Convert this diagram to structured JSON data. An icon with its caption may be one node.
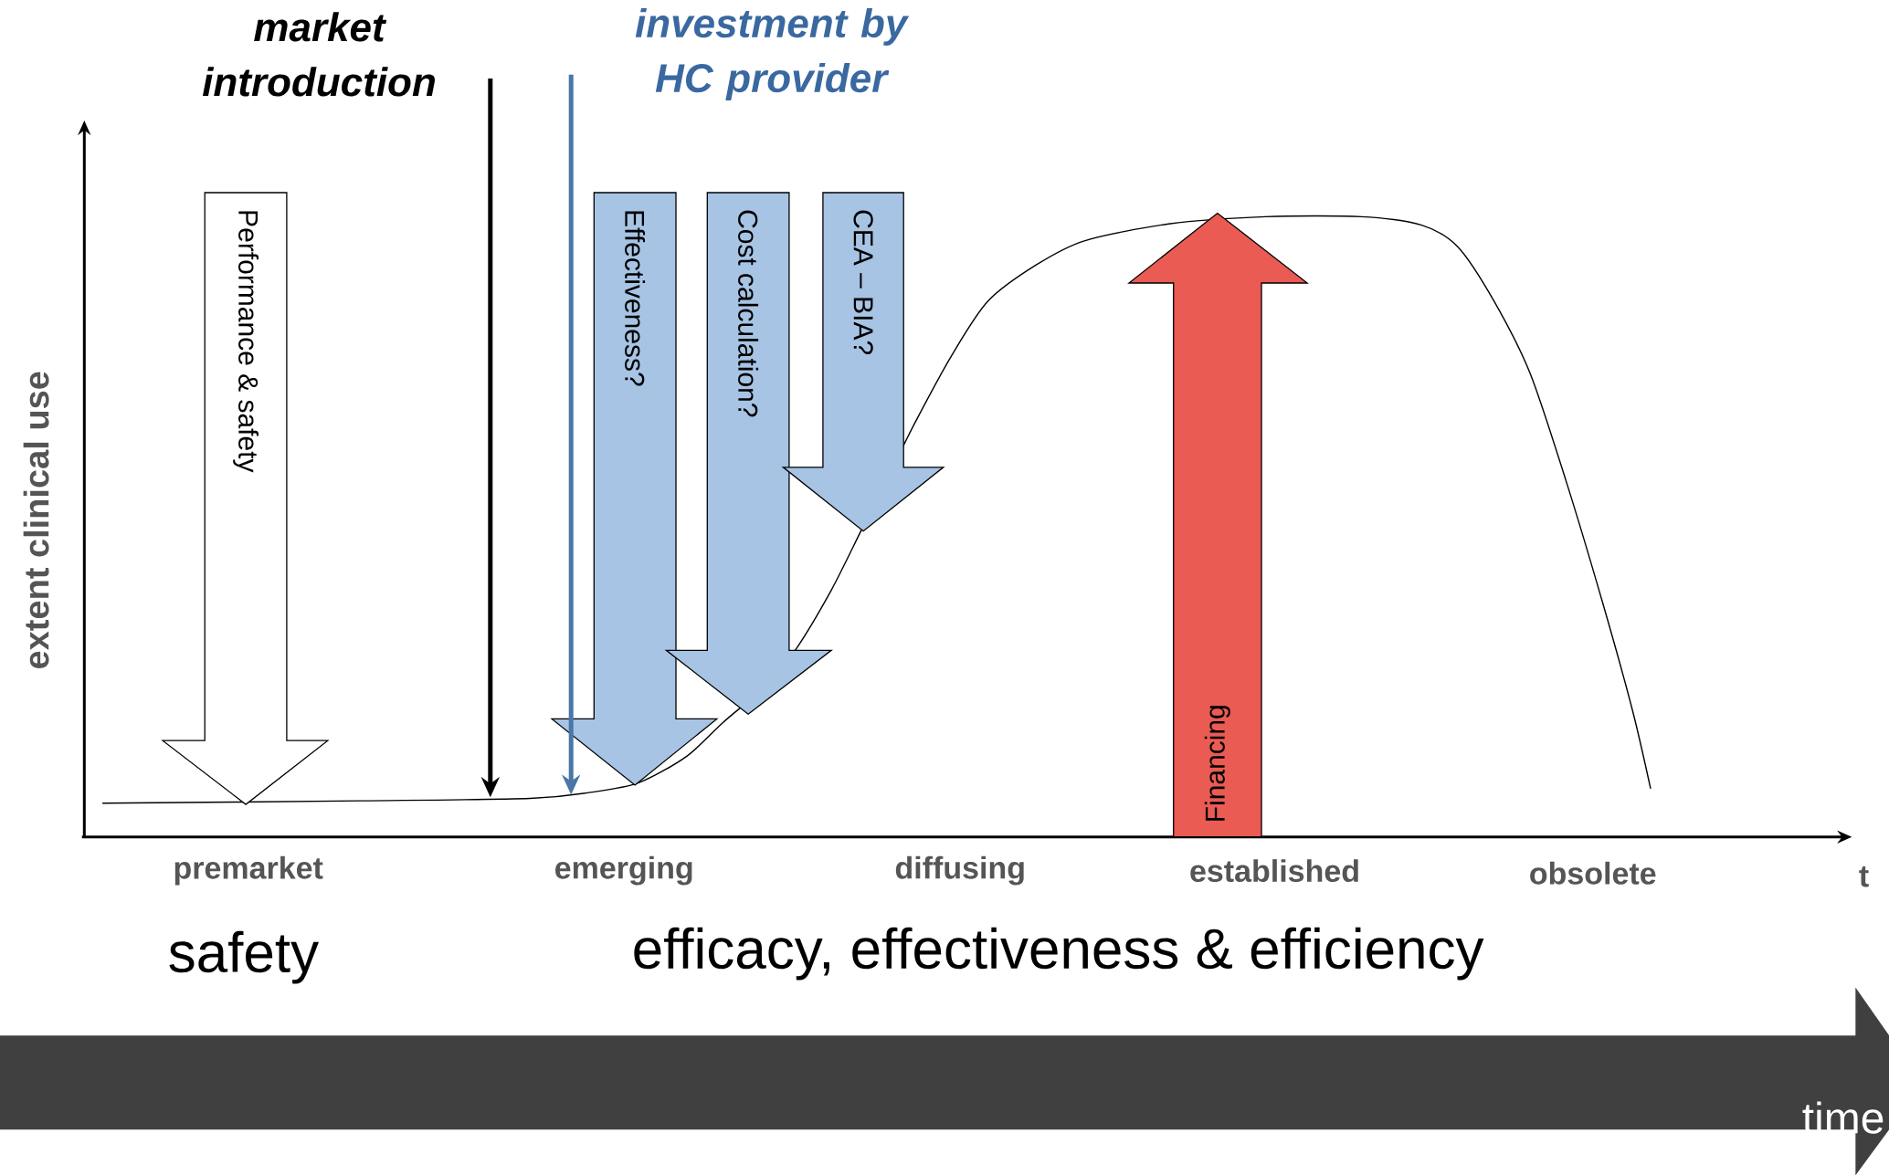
{
  "diagram": {
    "nodes": [
      {
        "text": [
          "market introduction"
        ]
      },
      {
        "text": [
          "investment by HC provider"
        ]
      },
      {
        "text": [
          "Performance & safety"
        ]
      },
      {
        "text": [
          "Effectiveness?"
        ]
      },
      {
        "text": [
          "Cost calculation?"
        ]
      },
      {
        "text": [
          "CEA – BIA?"
        ]
      },
      {
        "text": [
          "Financing"
        ]
      },
      {
        "text": [
          "time"
        ]
      }
    ],
    "edges": [
      {
        "from": 0,
        "to": null,
        "arrow": "to"
      },
      {
        "from": 1,
        "to": null,
        "arrow": "to",
        "color": "#4a76a8"
      }
    ],
    "labels": [
      "extent clinical use",
      "premarket",
      "emerging",
      "diffusing",
      "established",
      "obsolete",
      "t",
      "safety",
      "efficacy, effectiveness & efficiency"
    ]
  }
}
